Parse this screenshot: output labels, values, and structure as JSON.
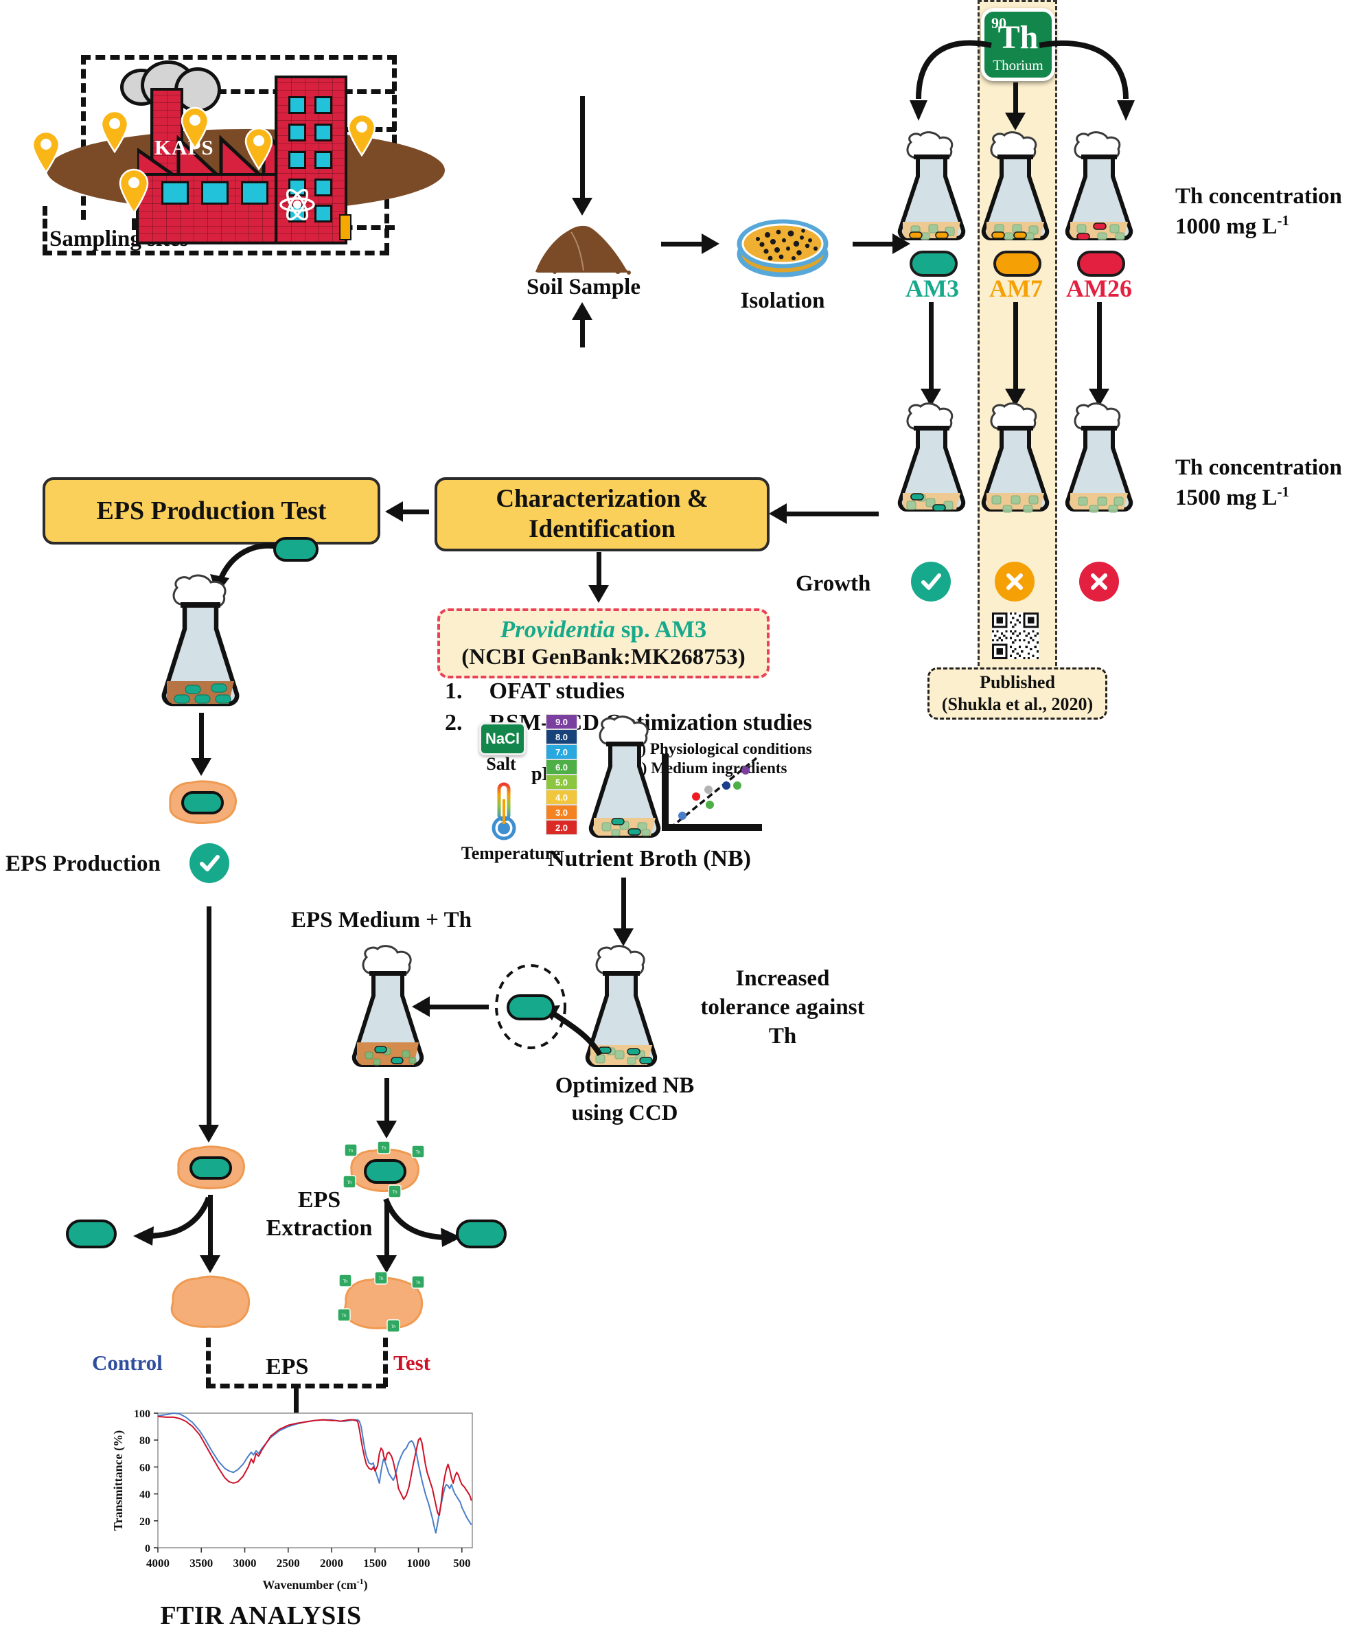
{
  "sampling": {
    "sites_label": "Sampling sites",
    "facility_label": "KAPS"
  },
  "flow": {
    "soil_label": "Soil Sample",
    "isolation_label": "Isolation",
    "growth_label": "Growth"
  },
  "thorium": {
    "atomic_number": "90",
    "symbol": "Th",
    "name": "Thorium",
    "conc_line1": "Th concentration",
    "conc_value1": "1000 mg L",
    "conc_sup1": "-1",
    "conc_line2": "Th concentration",
    "conc_value2": "1500 mg L",
    "conc_sup2": "-1"
  },
  "strains": [
    {
      "id": "AM3",
      "color": "#17A98B",
      "result": "pass"
    },
    {
      "id": "AM7",
      "color": "#F5A105",
      "result": "fail-orange"
    },
    {
      "id": "AM26",
      "color": "#E3203F",
      "result": "fail-red"
    }
  ],
  "published": {
    "line1": "Published",
    "line2": "(Shukla et al., 2020)"
  },
  "boxes": {
    "eps_production_test": "EPS Production Test",
    "characterization": "Characterization &\nIdentification",
    "characterization_l1": "Characterization &",
    "characterization_l2": "Identification"
  },
  "organism": {
    "genus": "Providentia",
    "species_suffix": " sp. AM3",
    "accession": "(NCBI GenBank:MK268753)"
  },
  "studies": [
    {
      "number": "1.",
      "text": "OFAT studies"
    },
    {
      "number": "2.",
      "text": "RSM-CCD Optimization studies"
    }
  ],
  "study_subitems": [
    "a) Physiological conditions",
    "b) Medium ingredients"
  ],
  "optimization": {
    "salt_chem": "NaCl",
    "salt_label": "Salt",
    "temperature_label": "Temperature",
    "ph_label": "pH",
    "ph_scale": [
      "9.0",
      "8.0",
      "7.0",
      "6.0",
      "5.0",
      "4.0",
      "3.0",
      "2.0"
    ],
    "ph_colors": [
      "#7B3FA0",
      "#17427A",
      "#29A8DF",
      "#4DAF45",
      "#8CC63E",
      "#EFC63C",
      "#F48220",
      "#DB2A25"
    ],
    "nutrient_broth_label": "Nutrient Broth (NB)",
    "scatter_colors": [
      "#4A7EC8",
      "#EE1C24",
      "#B3B3B3",
      "#4DAF45",
      "#1C3C8C",
      "#4DAF45",
      "#7B3FA0"
    ]
  },
  "tolerance": {
    "eps_medium_label": "EPS Medium +  Th",
    "optimized_l1": "Optimized NB",
    "optimized_l2": "using CCD",
    "increased_l1": "Increased",
    "increased_l2": "tolerance against",
    "increased_l3": "Th"
  },
  "eps": {
    "production_label": "EPS Production",
    "extraction_l1": "EPS",
    "extraction_l2": "Extraction",
    "eps_label": "EPS",
    "control_label": "Control",
    "test_label": "Test",
    "control_color": "#2F4E9E",
    "test_color": "#CE1126"
  },
  "ftir": {
    "caption": "FTIR ANALYSIS"
  },
  "chart_data": {
    "type": "line",
    "title": "FTIR ANALYSIS",
    "xlabel": "Wavenumber (cm-1)",
    "xlabel_base": "Wavenumber (cm",
    "xlabel_sup": "-1",
    "xlabel_close": ")",
    "ylabel": "Transmittance (%)",
    "xlim": [
      4000,
      380
    ],
    "ylim": [
      0,
      100
    ],
    "xticks": [
      4000,
      3500,
      3000,
      2500,
      2000,
      1500,
      1000,
      500
    ],
    "yticks": [
      0,
      20,
      40,
      60,
      80,
      100
    ],
    "grid": false,
    "legend": [
      "Control",
      "Test"
    ],
    "legend_position": "none",
    "series": [
      {
        "name": "Control",
        "color": "#4A7EC8",
        "x": [
          4000,
          3900,
          3820,
          3750,
          3680,
          3600,
          3520,
          3450,
          3380,
          3300,
          3230,
          3180,
          3130,
          3080,
          3020,
          2960,
          2925,
          2900,
          2870,
          2840,
          2800,
          2750,
          2700,
          2600,
          2500,
          2400,
          2300,
          2200,
          2100,
          2000,
          1950,
          1900,
          1850,
          1800,
          1750,
          1700,
          1680,
          1660,
          1640,
          1620,
          1600,
          1570,
          1540,
          1520,
          1500,
          1470,
          1450,
          1430,
          1410,
          1400,
          1380,
          1360,
          1340,
          1310,
          1290,
          1270,
          1250,
          1230,
          1200,
          1170,
          1140,
          1110,
          1080,
          1060,
          1040,
          1020,
          1000,
          980,
          960,
          940,
          920,
          900,
          880,
          860,
          840,
          820,
          800,
          780,
          760,
          740,
          720,
          700,
          680,
          660,
          640,
          620,
          600,
          580,
          560,
          540,
          520,
          500,
          470,
          440,
          410,
          390
        ],
        "y": [
          98,
          99,
          100,
          99.5,
          97,
          93,
          87,
          80,
          72,
          64,
          59,
          57,
          56,
          58,
          62,
          68,
          71,
          69,
          72,
          70,
          74,
          78,
          82,
          87,
          90,
          92,
          93.5,
          94.5,
          95,
          95,
          94.5,
          94,
          94,
          94.5,
          95,
          95,
          94,
          90,
          82,
          74,
          68,
          63,
          62,
          63,
          58,
          52,
          48,
          57,
          64,
          66,
          63,
          59,
          55,
          52,
          50,
          53,
          58,
          63,
          68,
          72,
          74,
          78,
          79.5,
          78,
          74,
          69,
          62,
          56,
          50,
          45,
          40,
          36,
          32,
          27,
          22,
          16,
          11,
          18,
          26,
          32,
          38,
          44,
          47,
          46,
          44,
          47,
          43,
          40,
          38,
          36,
          34,
          30,
          26,
          22,
          19,
          17
        ]
      },
      {
        "name": "Test",
        "color": "#CE1126",
        "x": [
          4000,
          3900,
          3820,
          3750,
          3680,
          3600,
          3520,
          3450,
          3380,
          3300,
          3230,
          3180,
          3130,
          3080,
          3020,
          2960,
          2925,
          2900,
          2870,
          2840,
          2800,
          2750,
          2700,
          2600,
          2500,
          2400,
          2300,
          2200,
          2100,
          2000,
          1950,
          1900,
          1850,
          1800,
          1750,
          1700,
          1680,
          1660,
          1640,
          1620,
          1600,
          1570,
          1540,
          1520,
          1500,
          1470,
          1450,
          1430,
          1410,
          1400,
          1380,
          1360,
          1340,
          1310,
          1290,
          1270,
          1250,
          1230,
          1200,
          1170,
          1140,
          1110,
          1080,
          1060,
          1040,
          1020,
          1000,
          980,
          960,
          940,
          920,
          900,
          880,
          860,
          840,
          820,
          800,
          780,
          760,
          740,
          720,
          700,
          680,
          660,
          640,
          620,
          600,
          580,
          560,
          540,
          520,
          500,
          470,
          440,
          410,
          390
        ],
        "y": [
          97.5,
          97,
          97,
          96,
          94,
          90,
          84,
          76,
          68,
          59,
          52,
          49,
          48,
          49,
          53,
          60,
          66,
          63,
          70,
          68,
          73,
          78,
          83,
          88,
          91,
          92.5,
          93.5,
          94.5,
          95,
          94.5,
          94.5,
          94,
          94.5,
          95,
          95,
          94,
          88,
          80,
          73,
          67,
          62,
          59,
          58,
          60,
          57,
          61,
          70,
          74,
          72,
          68,
          65,
          70,
          71,
          68,
          64,
          58,
          52,
          44,
          40,
          36,
          39,
          45,
          55,
          62,
          68,
          74,
          80,
          81.5,
          78,
          70,
          62,
          56,
          52,
          48,
          44,
          38,
          32,
          26,
          24,
          33,
          44,
          52,
          58,
          62,
          58,
          52,
          48,
          53,
          56,
          54,
          50,
          47,
          45,
          42,
          39,
          35,
          32,
          29
        ]
      }
    ]
  }
}
